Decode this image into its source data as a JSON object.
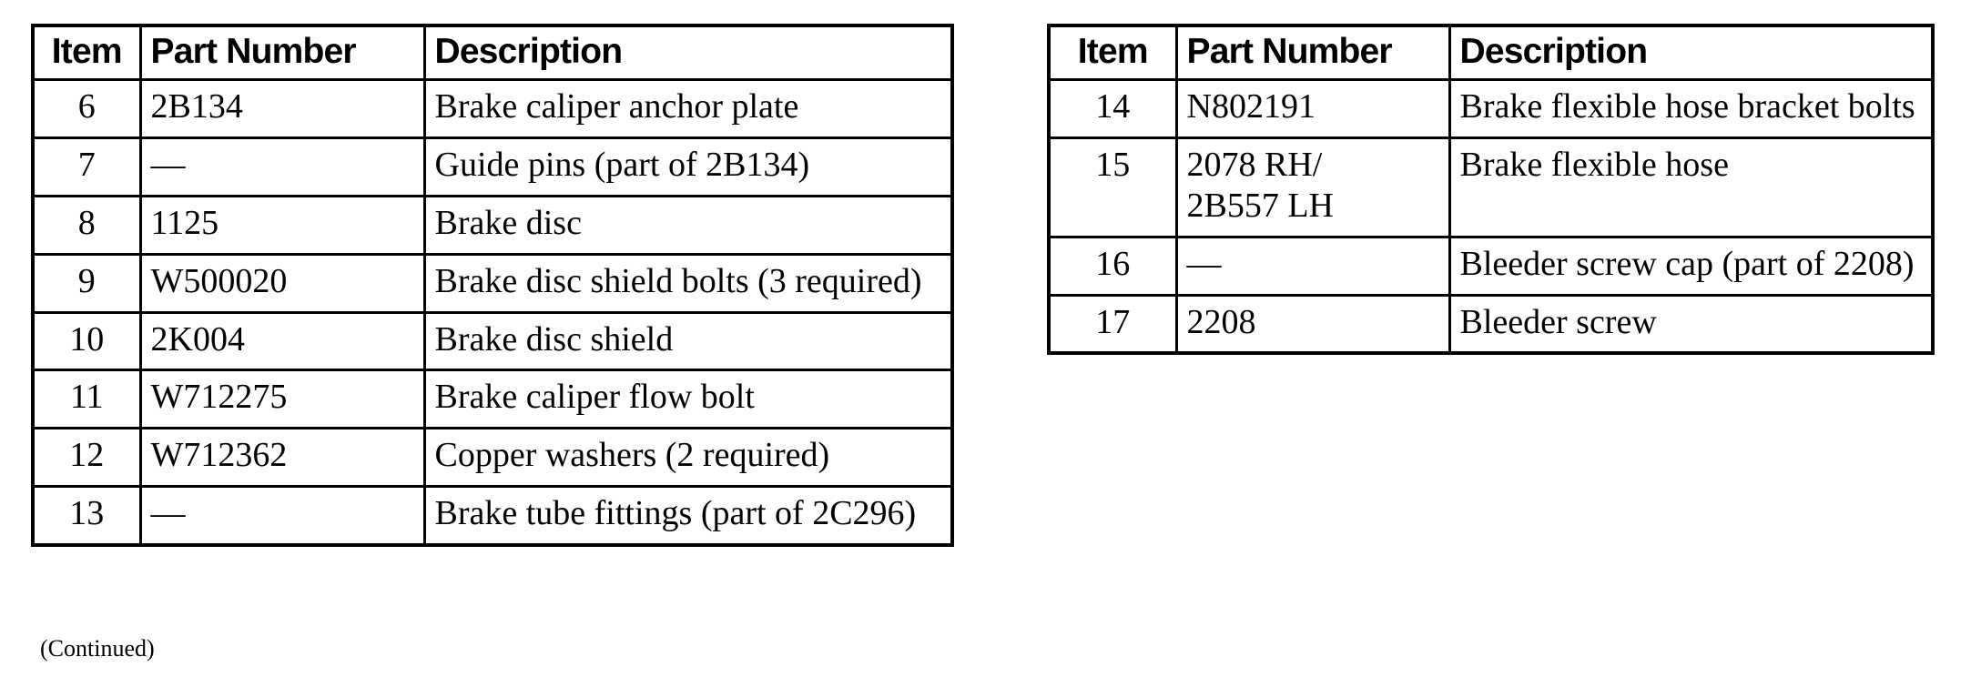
{
  "document": {
    "background_color": "#ffffff",
    "text_color": "#000000",
    "continued_note": "(Continued)"
  },
  "tables": [
    {
      "id": "left-table",
      "columns": [
        "Item",
        "Part Number",
        "Description"
      ],
      "rows": [
        {
          "item": "6",
          "part_number": "2B134",
          "description": "Brake caliper anchor plate"
        },
        {
          "item": "7",
          "part_number": "—",
          "description": "Guide pins (part of 2B134)"
        },
        {
          "item": "8",
          "part_number": "1125",
          "description": "Brake disc"
        },
        {
          "item": "9",
          "part_number": "W500020",
          "description": "Brake disc shield bolts (3 required)"
        },
        {
          "item": "10",
          "part_number": "2K004",
          "description": "Brake disc shield"
        },
        {
          "item": "11",
          "part_number": "W712275",
          "description": "Brake caliper flow bolt"
        },
        {
          "item": "12",
          "part_number": "W712362",
          "description": "Copper washers (2 required)"
        },
        {
          "item": "13",
          "part_number": "—",
          "description": "Brake tube fittings (part of 2C296)"
        }
      ]
    },
    {
      "id": "right-table",
      "columns": [
        "Item",
        "Part Number",
        "Description"
      ],
      "rows": [
        {
          "item": "14",
          "part_number": "N802191",
          "description": "Brake flexible hose bracket bolts"
        },
        {
          "item": "15",
          "part_number": "2078 RH/\n2B557 LH",
          "description": "Brake flexible hose"
        },
        {
          "item": "16",
          "part_number": "—",
          "description": "Bleeder screw cap (part of 2208)"
        },
        {
          "item": "17",
          "part_number": "2208",
          "description": "Bleeder screw"
        }
      ]
    }
  ]
}
